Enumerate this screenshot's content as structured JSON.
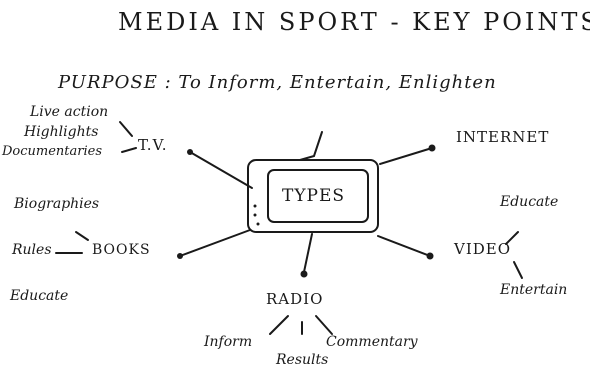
{
  "title": "MEDIA IN SPORT - KEY POINTS",
  "purpose": "PURPOSE : To Inform, Entertain, Enlighten",
  "center": "TYPES",
  "branches": {
    "tv": {
      "label": "T.V.",
      "items": [
        "Live action",
        "Highlights",
        "Documentaries"
      ]
    },
    "books": {
      "label": "BOOKS",
      "items": [
        "Biographies",
        "Rules",
        "Educate"
      ]
    },
    "radio": {
      "label": "RADIO",
      "items": [
        "Inform",
        "Results",
        "Commentary"
      ]
    },
    "video": {
      "label": "VIDEO",
      "items": [
        "Educate",
        "Entertain"
      ]
    },
    "internet": {
      "label": "INTERNET",
      "items": []
    }
  }
}
